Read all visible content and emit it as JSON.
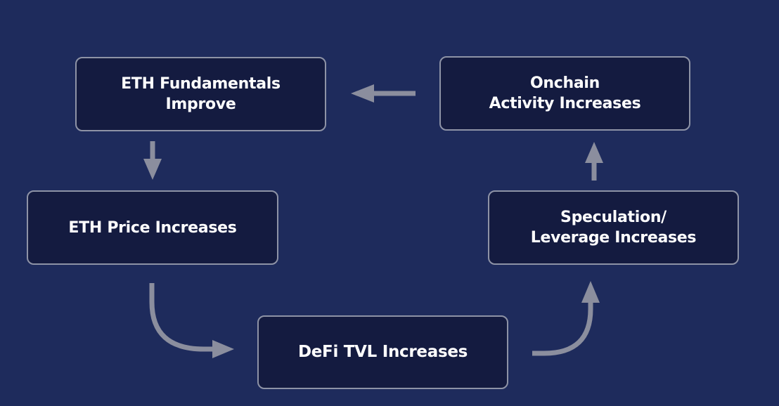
{
  "colors": {
    "background": "#1e2b5c",
    "box_fill": "#141b40",
    "box_border": "#8e93a6",
    "text": "#ffffff",
    "arrow": "#8b8e9e"
  },
  "diagram": {
    "nodes": {
      "eth_fundamentals": "ETH Fundamentals\nImprove",
      "eth_price": "ETH Price Increases",
      "defi_tvl": "DeFi TVL Increases",
      "speculation": "Speculation/\nLeverage Increases",
      "onchain_activity": "Onchain\nActivity Increases"
    },
    "edges": [
      {
        "from": "eth_fundamentals",
        "to": "eth_price",
        "style": "straight-down"
      },
      {
        "from": "eth_price",
        "to": "defi_tvl",
        "style": "curved"
      },
      {
        "from": "defi_tvl",
        "to": "speculation",
        "style": "curved"
      },
      {
        "from": "speculation",
        "to": "onchain_activity",
        "style": "straight-up"
      },
      {
        "from": "onchain_activity",
        "to": "eth_fundamentals",
        "style": "straight-left"
      }
    ]
  }
}
